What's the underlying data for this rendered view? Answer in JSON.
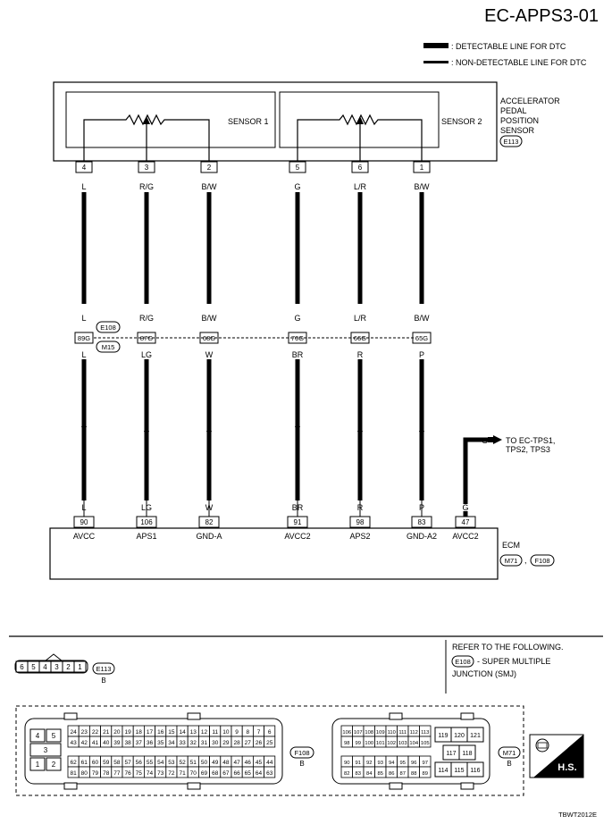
{
  "page_code": "EC-APPS3-01",
  "legend": {
    "detectable": ": DETECTABLE LINE FOR DTC",
    "non_detectable": ": NON-DETECTABLE LINE FOR DTC"
  },
  "sensor": {
    "title_lines": [
      "ACCELERATOR",
      "PEDAL",
      "POSITION",
      "SENSOR"
    ],
    "connector": "E113",
    "sensor1_label": "SENSOR 1",
    "sensor2_label": "SENSOR 2"
  },
  "wires": [
    {
      "pin_top": "4",
      "color_top": "L",
      "joint_top": "L",
      "joint_pin": "89G",
      "joint_bottom": "L",
      "color_bottom": "L",
      "ecm_pin": "90",
      "ecm_label": "AVCC",
      "arrow": "up"
    },
    {
      "pin_top": "3",
      "color_top": "R/G",
      "joint_top": "R/G",
      "joint_pin": "87G",
      "joint_bottom": "LG",
      "color_bottom": "LG",
      "ecm_pin": "106",
      "ecm_label": "APS1",
      "arrow": "down"
    },
    {
      "pin_top": "2",
      "color_top": "B/W",
      "joint_top": "B/W",
      "joint_pin": "68G",
      "joint_bottom": "W",
      "color_bottom": "W",
      "ecm_pin": "82",
      "ecm_label": "GND-A",
      "arrow": "down"
    },
    {
      "pin_top": "5",
      "color_top": "G",
      "joint_top": "G",
      "joint_pin": "70G",
      "joint_bottom": "BR",
      "color_bottom": "BR",
      "ecm_pin": "91",
      "ecm_label": "AVCC2",
      "arrow": "up"
    },
    {
      "pin_top": "6",
      "color_top": "L/R",
      "joint_top": "L/R",
      "joint_pin": "66G",
      "joint_bottom": "R",
      "color_bottom": "R",
      "ecm_pin": "98",
      "ecm_label": "APS2",
      "arrow": "down"
    },
    {
      "pin_top": "1",
      "color_top": "B/W",
      "joint_top": "B/W",
      "joint_pin": "65G",
      "joint_bottom": "P",
      "color_bottom": "P",
      "ecm_pin": "83",
      "ecm_label": "GND-A2",
      "arrow": "down"
    }
  ],
  "joint_connectors": [
    "E108",
    "M15"
  ],
  "extra_wire": {
    "color_top": "G",
    "color_bottom": "G",
    "ecm_pin": "47",
    "ecm_label": "AVCC2",
    "to_text_1": "TO EC-TPS1,",
    "to_text_2": "TPS2, TPS3"
  },
  "ecm": {
    "label": "ECM",
    "connector_1": "M71",
    "sep": ",",
    "connector_2": "F108"
  },
  "bottom": {
    "refer_text": "REFER TO THE FOLLOWING.",
    "smj_connector": "E108",
    "smj_line1": "- SUPER MULTIPLE",
    "smj_line2": "JUNCTION (SMJ)",
    "e113_pins": [
      "6",
      "5",
      "4",
      "3",
      "2",
      "1"
    ],
    "e113_connector": "E113",
    "e113_color": "B",
    "f108_connector": "F108",
    "f108_color": "B",
    "m71_connector": "M71",
    "m71_color": "B",
    "f108_big": [
      "4",
      "5",
      "3",
      "1",
      "2"
    ],
    "f108_row1": [
      "24",
      "23",
      "22",
      "21",
      "20",
      "19",
      "18",
      "17",
      "16",
      "15",
      "14",
      "13",
      "12",
      "11",
      "10",
      "9",
      "8",
      "7",
      "6"
    ],
    "f108_row2": [
      "43",
      "42",
      "41",
      "40",
      "39",
      "38",
      "37",
      "36",
      "35",
      "34",
      "33",
      "32",
      "31",
      "30",
      "29",
      "28",
      "27",
      "26",
      "25"
    ],
    "f108_row3": [
      "62",
      "61",
      "60",
      "59",
      "58",
      "57",
      "56",
      "55",
      "54",
      "53",
      "52",
      "51",
      "50",
      "49",
      "48",
      "47",
      "46",
      "45",
      "44"
    ],
    "f108_row4": [
      "81",
      "80",
      "79",
      "78",
      "77",
      "76",
      "75",
      "74",
      "73",
      "72",
      "71",
      "70",
      "69",
      "68",
      "67",
      "66",
      "65",
      "64",
      "63"
    ],
    "m71_row1": [
      "106",
      "107",
      "108",
      "109",
      "110",
      "111",
      "112",
      "113"
    ],
    "m71_row2": [
      "98",
      "99",
      "100",
      "101",
      "102",
      "103",
      "104",
      "105"
    ],
    "m71_row3": [
      "90",
      "91",
      "92",
      "93",
      "94",
      "95",
      "96",
      "97"
    ],
    "m71_row4": [
      "82",
      "83",
      "84",
      "85",
      "86",
      "87",
      "88",
      "89"
    ],
    "m71_big": [
      "119",
      "120",
      "121",
      "117",
      "118",
      "114",
      "115",
      "116"
    ],
    "hs_text": "H.S.",
    "footer_code": "TBWT2012E"
  }
}
